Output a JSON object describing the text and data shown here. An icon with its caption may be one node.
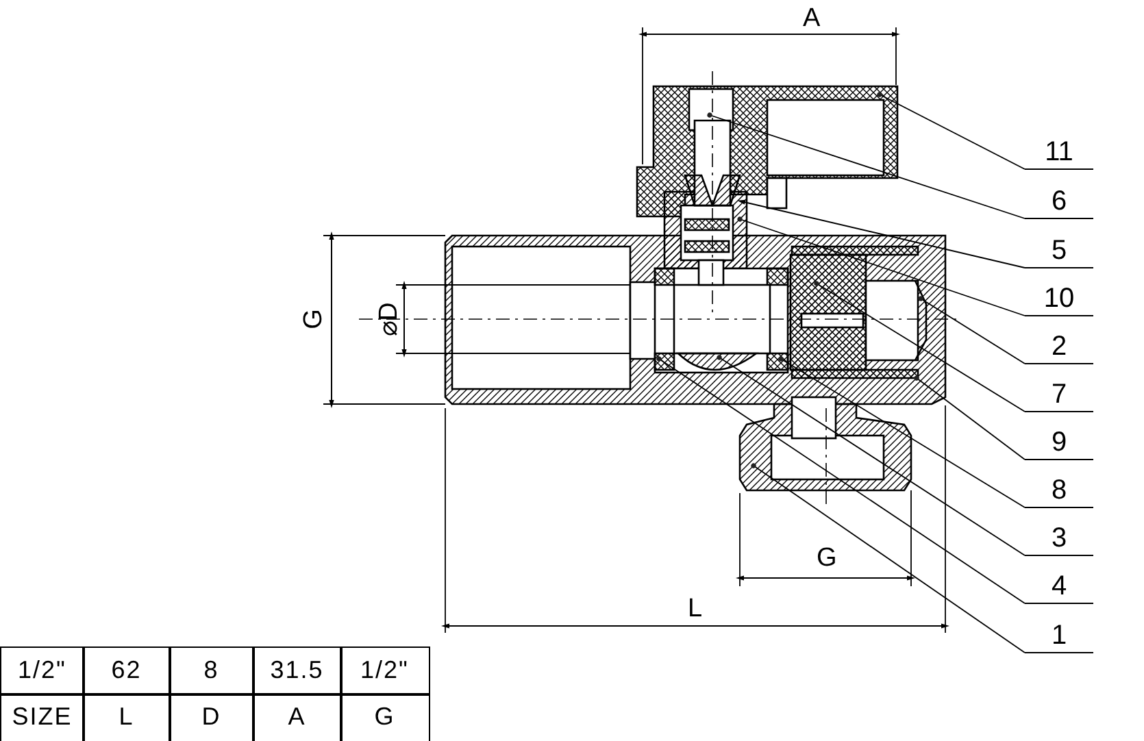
{
  "diagram": {
    "nodes": [
      {
        "text": [
          "11"
        ]
      },
      {
        "text": [
          "6"
        ]
      },
      {
        "text": [
          "5"
        ]
      },
      {
        "text": [
          "10"
        ]
      },
      {
        "text": [
          "2"
        ]
      },
      {
        "text": [
          "7"
        ]
      },
      {
        "text": [
          "9"
        ]
      },
      {
        "text": [
          "8"
        ]
      },
      {
        "text": [
          "3"
        ]
      },
      {
        "text": [
          "4"
        ]
      },
      {
        "text": [
          "1"
        ]
      }
    ],
    "edges": [
      {
        "from": 0,
        "to": null,
        "arrow": "other"
      },
      {
        "from": 1,
        "to": null,
        "arrow": "other"
      },
      {
        "from": 2,
        "to": null,
        "arrow": "to"
      },
      {
        "from": 3,
        "to": null,
        "arrow": "other"
      },
      {
        "from": 4,
        "to": null,
        "arrow": "other"
      },
      {
        "from": 5,
        "to": null,
        "arrow": "other"
      },
      {
        "from": 6,
        "to": null,
        "arrow": "other"
      },
      {
        "from": 7,
        "to": null,
        "arrow": "other"
      },
      {
        "from": 8,
        "to": null,
        "arrow": "other"
      },
      {
        "from": 9,
        "to": null,
        "arrow": "other"
      },
      {
        "from": 10,
        "to": null,
        "arrow": "other"
      }
    ],
    "labels": [
      "A",
      "G",
      "⌀D",
      "G",
      "L",
      "1/2\"",
      "62",
      "8",
      "31.5",
      "1/2\"",
      "SIZE",
      "L",
      "D",
      "A",
      "G"
    ]
  }
}
